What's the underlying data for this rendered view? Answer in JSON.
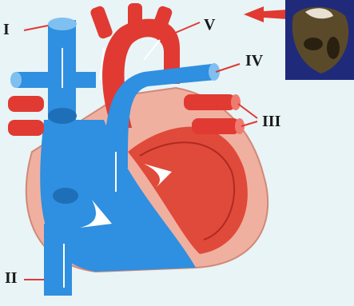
{
  "labels": {
    "l1": "I",
    "l2": "II",
    "l3": "III",
    "l4": "IV",
    "l5": "V"
  },
  "colors": {
    "background": "#e8f4f6",
    "oxygenated": "#e03a32",
    "deoxygenated": "#2f8fe0",
    "muscle": "#f0b0a0",
    "arrow": "#e03a32"
  }
}
